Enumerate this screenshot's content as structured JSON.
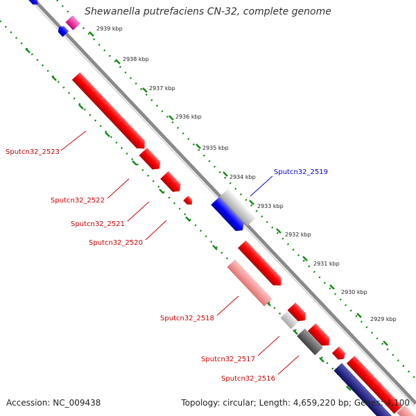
{
  "title": "Shewanella putrefaciens CN-32, complete genome",
  "footer": {
    "accession": "Accession: NC_009438",
    "summary": "Topology: circular; Length: 4,659,220 bp; Genes: 4,100"
  },
  "colors": {
    "forward_gene": "#ff0000",
    "reverse_gene": "#0000ff",
    "pseudo_gene": "#e00080",
    "tick": "#118811",
    "backbone": "#888888",
    "label_forward": "#cc0000",
    "label_reverse": "#0000cc"
  },
  "scale_labels": [
    "2939 kbp",
    "2938 kbp",
    "2937 kbp",
    "2936 kbp",
    "2935 kbp",
    "2934 kbp",
    "2933 kbp",
    "2932 kbp",
    "2931 kbp",
    "2930 kbp",
    "2929 kbp"
  ],
  "gene_labels": {
    "g2523": "Sputcn32_2523",
    "g2522": "Sputcn32_2522",
    "g2521": "Sputcn32_2521",
    "g2520": "Sputcn32_2520",
    "g2519": "Sputcn32_2519",
    "g2518": "Sputcn32_2518",
    "g2517": "Sputcn32_2517",
    "g2516": "Sputcn32_2516"
  }
}
